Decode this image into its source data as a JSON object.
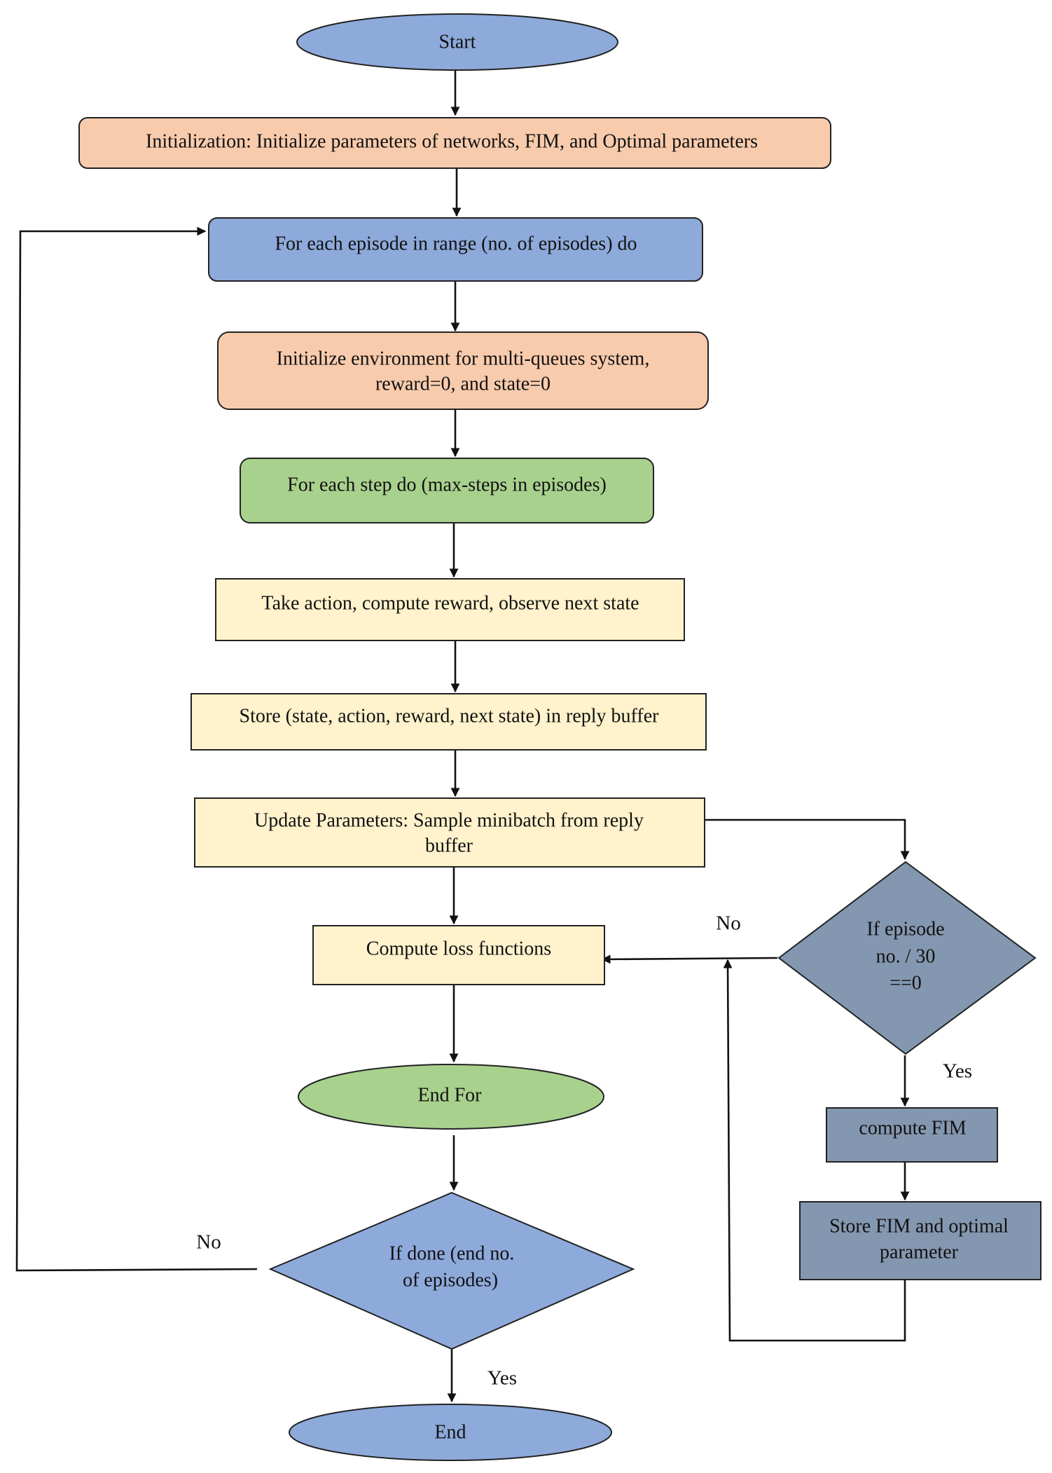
{
  "colors": {
    "blue": "#8eaadb",
    "salmon": "#f8cbad",
    "green": "#a9d18e",
    "cream": "#fff2cc",
    "slate": "#8497b0"
  },
  "nodes": {
    "start": "Start",
    "init": "Initialization: Initialize parameters of networks, FIM, and Optimal parameters",
    "episode_loop": "For each episode in range (no. of episodes) do",
    "init_env": [
      "Initialize environment for multi-queues system,",
      "reward=0, and state=0"
    ],
    "step_loop": "For each step do (max-steps in episodes)",
    "take_action": "Take action, compute reward, observe next state",
    "store": "Store (state, action, reward, next state) in reply buffer",
    "update": [
      "Update Parameters: Sample minibatch from reply",
      "buffer"
    ],
    "loss": "Compute loss functions",
    "end_for": "End For",
    "if_done": [
      "If done (end no.",
      "of episodes)"
    ],
    "end": "End",
    "if_episode": [
      "If episode",
      "no. / 30",
      "==0"
    ],
    "compute_fim": "compute FIM",
    "store_fim": [
      "Store FIM and optimal",
      "parameter"
    ]
  },
  "edge_labels": {
    "done_no": "No",
    "done_yes": "Yes",
    "episode_no": "No",
    "episode_yes": "Yes"
  }
}
